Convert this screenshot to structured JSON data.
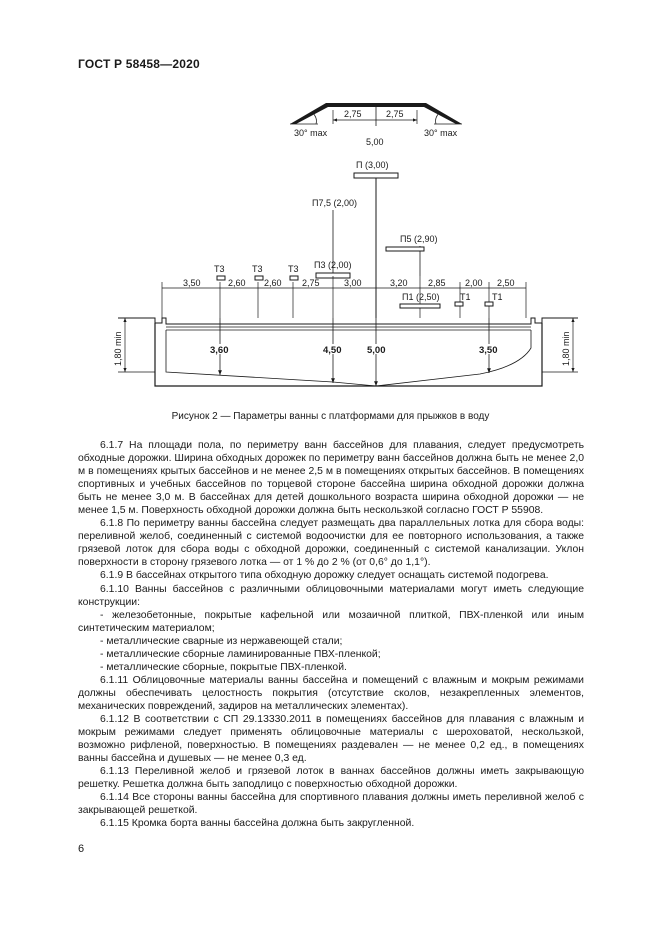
{
  "header": {
    "doc_id": "ГОСТ Р 58458—2020"
  },
  "figure": {
    "caption": "Рисунок 2 — Параметры ванны с платформами для прыжков в воду",
    "platform_top": {
      "dim_left": "2,75",
      "dim_right": "2,75",
      "angle_left": "30° max",
      "angle_right": "30° max"
    },
    "heights": {
      "h500": "5,00",
      "P300": "П (3,00)",
      "P75": "П7,5 (2,00)",
      "P5": "П5 (2,90)",
      "P3": "П3 (2,00)",
      "P1": "П1 (2,50)"
    },
    "boards": {
      "t3a": "Т3",
      "t3b": "Т3",
      "t3c": "Т3",
      "t1a": "Т1",
      "t1b": "Т1"
    },
    "dims": [
      "3,50",
      "2,60",
      "2,60",
      "2,75",
      "3,00",
      "3,20",
      "2,85",
      "2,00",
      "2,50"
    ],
    "depths": {
      "d360": "3,60",
      "d450": "4,50",
      "d500": "5,00",
      "d350": "3,50"
    },
    "side_left": "1,80 min",
    "side_right": "1,80 min"
  },
  "paragraphs": [
    {
      "indent": true,
      "text": "6.1.7 На площади пола, по периметру ванн бассейнов для плавания, следует предусмотреть обходные дорожки. Ширина обходных дорожек по периметру ванн бассейнов должна быть не менее 2,0 м в помещениях крытых бассейнов и не менее 2,5 м в помещениях открытых бассейнов. В помещениях спортивных и учебных бассейнов по торцевой стороне бассейна ширина обходной дорожки должна быть не менее 3,0 м. В бассейнах для детей дошкольного возраста ширина обходной дорожки — не менее 1,5 м. Поверхность обходной дорожки должна быть нескользкой согласно ГОСТ Р 55908."
    },
    {
      "indent": true,
      "text": "6.1.8 По периметру ванны бассейна следует размещать два параллельных лотка для сбора воды: переливной желоб, соединенный с системой водоочистки для ее повторного использования, а также грязевой лоток для сбора воды с обходной дорожки, соединенный с системой канализации. Уклон поверхности в сторону грязевого лотка — от 1 % до 2 % (от 0,6° до 1,1°)."
    },
    {
      "indent": true,
      "text": "6.1.9 В бассейнах открытого типа обходную дорожку следует оснащать системой подогрева."
    },
    {
      "indent": true,
      "text": "6.1.10 Ванны бассейнов с различными облицовочными материалами могут иметь следующие конструкции:"
    },
    {
      "indent": true,
      "text": "- железобетонные, покрытые кафельной или мозаичной плиткой, ПВХ-пленкой или иным синтетическим материалом;"
    },
    {
      "indent": true,
      "text": "- металлические сварные из нержавеющей стали;"
    },
    {
      "indent": true,
      "text": "- металлические сборные ламинированные ПВХ-пленкой;"
    },
    {
      "indent": true,
      "text": "- металлические сборные, покрытые ПВХ-пленкой."
    },
    {
      "indent": true,
      "text": "6.1.11 Облицовочные материалы ванны бассейна и помещений с влажным и мокрым режимами должны обеспечивать целостность покрытия (отсутствие сколов, незакрепленных элементов, механических повреждений, задиров на металлических элементах)."
    },
    {
      "indent": true,
      "text": "6.1.12 В соответствии с СП 29.13330.2011 в помещениях бассейнов для плавания с влажным и мокрым режимами следует применять облицовочные материалы с шероховатой, нескользкой, возможно рифленой, поверхностью. В помещениях раздевален — не менее 0,2 ед., в помещениях ванны бассейна и душевых — не менее 0,3 ед."
    },
    {
      "indent": true,
      "text": "6.1.13 Переливной желоб и грязевой лоток в ваннах бассейнов должны иметь закрывающую решетку. Решетка должна быть заподлицо с поверхностью обходной дорожки."
    },
    {
      "indent": true,
      "text": "6.1.14 Все стороны ванны бассейна для спортивного плавания должны иметь переливной желоб с закрывающей решеткой."
    },
    {
      "indent": true,
      "text": "6.1.15 Кромка борта ванны бассейна должна быть закругленной."
    }
  ],
  "page_number": "6"
}
